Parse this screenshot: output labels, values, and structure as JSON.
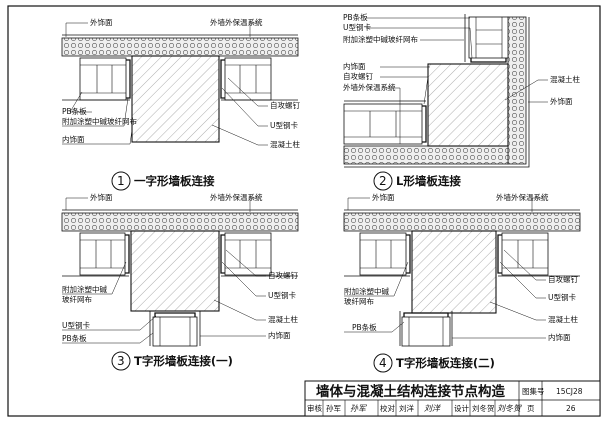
{
  "diagrams": [
    {
      "number": "1",
      "caption": "一字形墙板连接",
      "labels": {
        "exterior_finish": "外饰面",
        "insulation_system": "外墙外保温系统",
        "pb_panel": "PB条板",
        "mesh": "附加涂塑中碱玻纤网布",
        "interior_finish": "内饰面",
        "screw": "自攻螺钉",
        "u_clip": "U型钢卡",
        "column": "混凝土柱"
      }
    },
    {
      "number": "2",
      "caption": "L形墙板连接",
      "labels": {
        "pb_panel": "PB条板",
        "u_clip": "U型钢卡",
        "mesh": "附加涂塑中碱玻纤网布",
        "interior_finish": "内饰面",
        "screw": "自攻螺钉",
        "insulation_system": "外墙外保温系统",
        "column": "混凝土柱",
        "exterior_finish": "外饰面"
      }
    },
    {
      "number": "3",
      "caption": "T字形墙板连接(一)",
      "labels": {
        "exterior_finish": "外饰面",
        "insulation_system": "外墙外保温系统",
        "mesh_line1": "附加涂塑中碱",
        "mesh_line2": "玻纤网布",
        "u_clip_left": "U型钢卡",
        "pb_panel": "PB条板",
        "screw": "自攻螺钉",
        "u_clip": "U型钢卡",
        "column": "混凝土柱",
        "interior_finish": "内饰面"
      }
    },
    {
      "number": "4",
      "caption": "T字形墙板连接(二)",
      "labels": {
        "exterior_finish": "外饰面",
        "insulation_system": "外墙外保温系统",
        "mesh_line1": "附加涂塑中碱",
        "mesh_line2": "玻纤网布",
        "pb_panel": "PB条板",
        "screw": "自攻螺钉",
        "u_clip": "U型钢卡",
        "column": "混凝土柱",
        "interior_finish": "内饰面"
      }
    }
  ],
  "title_block": {
    "title": "墙体与混凝土结构连接节点构造",
    "atlas_label": "图集号",
    "atlas_no": "15CJ28",
    "page_label": "页",
    "page_no": "26",
    "review_label": "审核",
    "reviewer": "孙军",
    "reviewer_sig": "孙军",
    "check_label": "校对",
    "checker": "刘洋",
    "checker_sig": "刘洋",
    "design_label": "设计",
    "designer": "刘冬贺",
    "designer_sig": "刘冬贺"
  }
}
